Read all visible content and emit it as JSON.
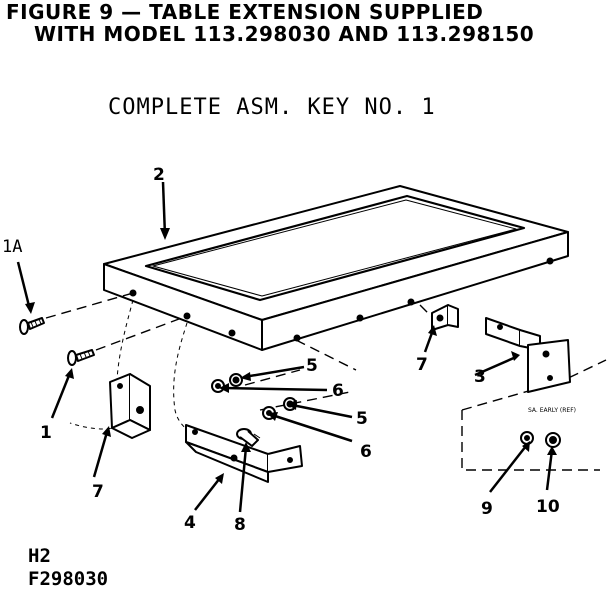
{
  "title": {
    "line1": "FIGURE 9 — TABLE EXTENSION SUPPLIED",
    "line2": "WITH MODEL 113.298030 AND 113.298150"
  },
  "subtitle": "COMPLETE ASM. KEY NO. 1",
  "callouts": {
    "c1a": "1A",
    "c2": "2",
    "c1": "1",
    "c7a": "7",
    "c7b": "7",
    "c3": "3",
    "c5a": "5",
    "c6a": "6",
    "c5b": "5",
    "c6b": "6",
    "c4": "4",
    "c8": "8",
    "c9": "9",
    "c10": "10"
  },
  "inset_note": "SA. EARLY\n(REF)",
  "footer": {
    "line1": "H2",
    "line2": "F298030"
  }
}
